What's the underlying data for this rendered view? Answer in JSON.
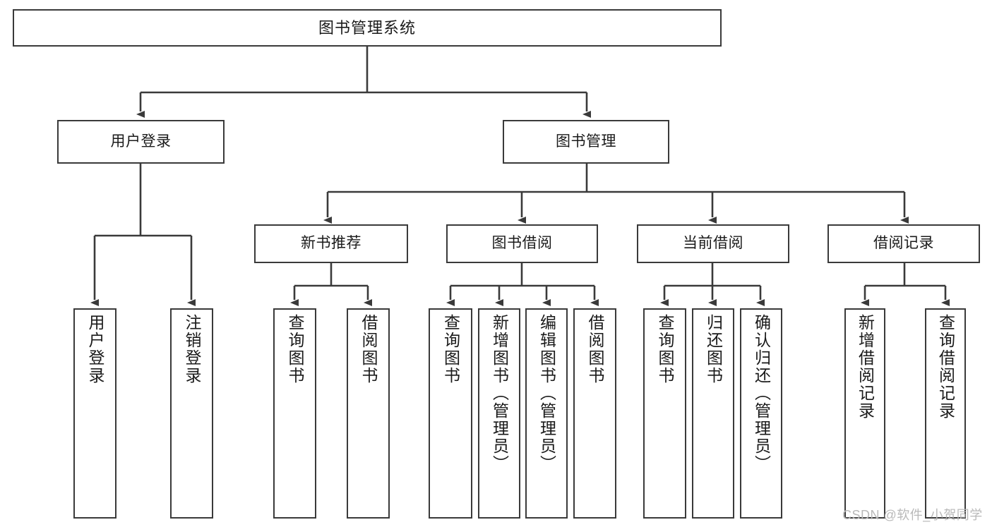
{
  "diagram": {
    "title": "图书管理系统",
    "type": "hierarchy-tree",
    "colors": {
      "box_border": "#3a3a3a",
      "box_fill": "#ffffff",
      "connector": "#3a3a3a",
      "text": "#1a1a1a",
      "background": "#ffffff",
      "watermark": "#b9b9b9"
    },
    "nodes": {
      "root": {
        "label": "图书管理系统",
        "level": 0
      },
      "user_login": {
        "label": "用户登录",
        "level": 1
      },
      "book_manage": {
        "label": "图书管理",
        "level": 1
      },
      "new_book_rec": {
        "label": "新书推荐",
        "level": 2
      },
      "book_borrow": {
        "label": "图书借阅",
        "level": 2
      },
      "current_borrow": {
        "label": "当前借阅",
        "level": 2
      },
      "borrow_record": {
        "label": "借阅记录",
        "level": 2
      },
      "leaf_user_login": {
        "label": "用户登录",
        "level": 2
      },
      "leaf_logout": {
        "label": "注销登录",
        "level": 2
      },
      "leaf_query_book_1": {
        "label": "查询图书",
        "level": 3
      },
      "leaf_borrow_book_1": {
        "label": "借阅图书",
        "level": 3
      },
      "leaf_query_book_2": {
        "label": "查询图书",
        "level": 3
      },
      "leaf_add_book": {
        "label": "新增图书（管理员）",
        "level": 3
      },
      "leaf_edit_book": {
        "label": "编辑图书（管理员）",
        "level": 3
      },
      "leaf_borrow_book_2": {
        "label": "借阅图书",
        "level": 3
      },
      "leaf_query_book_3": {
        "label": "查询图书",
        "level": 3
      },
      "leaf_return_book": {
        "label": "归还图书",
        "level": 3
      },
      "leaf_confirm_return": {
        "label": "确认归还（管理员）",
        "level": 3
      },
      "leaf_add_record": {
        "label": "新增借阅记录",
        "level": 3
      },
      "leaf_query_record": {
        "label": "查询借阅记录",
        "level": 3
      }
    },
    "edges": [
      {
        "from": "root",
        "to": "user_login"
      },
      {
        "from": "root",
        "to": "book_manage"
      },
      {
        "from": "user_login",
        "to": "leaf_user_login"
      },
      {
        "from": "user_login",
        "to": "leaf_logout"
      },
      {
        "from": "book_manage",
        "to": "new_book_rec"
      },
      {
        "from": "book_manage",
        "to": "book_borrow"
      },
      {
        "from": "book_manage",
        "to": "current_borrow"
      },
      {
        "from": "book_manage",
        "to": "borrow_record"
      },
      {
        "from": "new_book_rec",
        "to": "leaf_query_book_1"
      },
      {
        "from": "new_book_rec",
        "to": "leaf_borrow_book_1"
      },
      {
        "from": "book_borrow",
        "to": "leaf_query_book_2"
      },
      {
        "from": "book_borrow",
        "to": "leaf_add_book"
      },
      {
        "from": "book_borrow",
        "to": "leaf_edit_book"
      },
      {
        "from": "book_borrow",
        "to": "leaf_borrow_book_2"
      },
      {
        "from": "current_borrow",
        "to": "leaf_query_book_3"
      },
      {
        "from": "current_borrow",
        "to": "leaf_return_book"
      },
      {
        "from": "current_borrow",
        "to": "leaf_confirm_return"
      },
      {
        "from": "borrow_record",
        "to": "leaf_add_record"
      },
      {
        "from": "borrow_record",
        "to": "leaf_query_record"
      }
    ]
  },
  "watermark": {
    "text": "CSDN @软件_小贺同学"
  }
}
